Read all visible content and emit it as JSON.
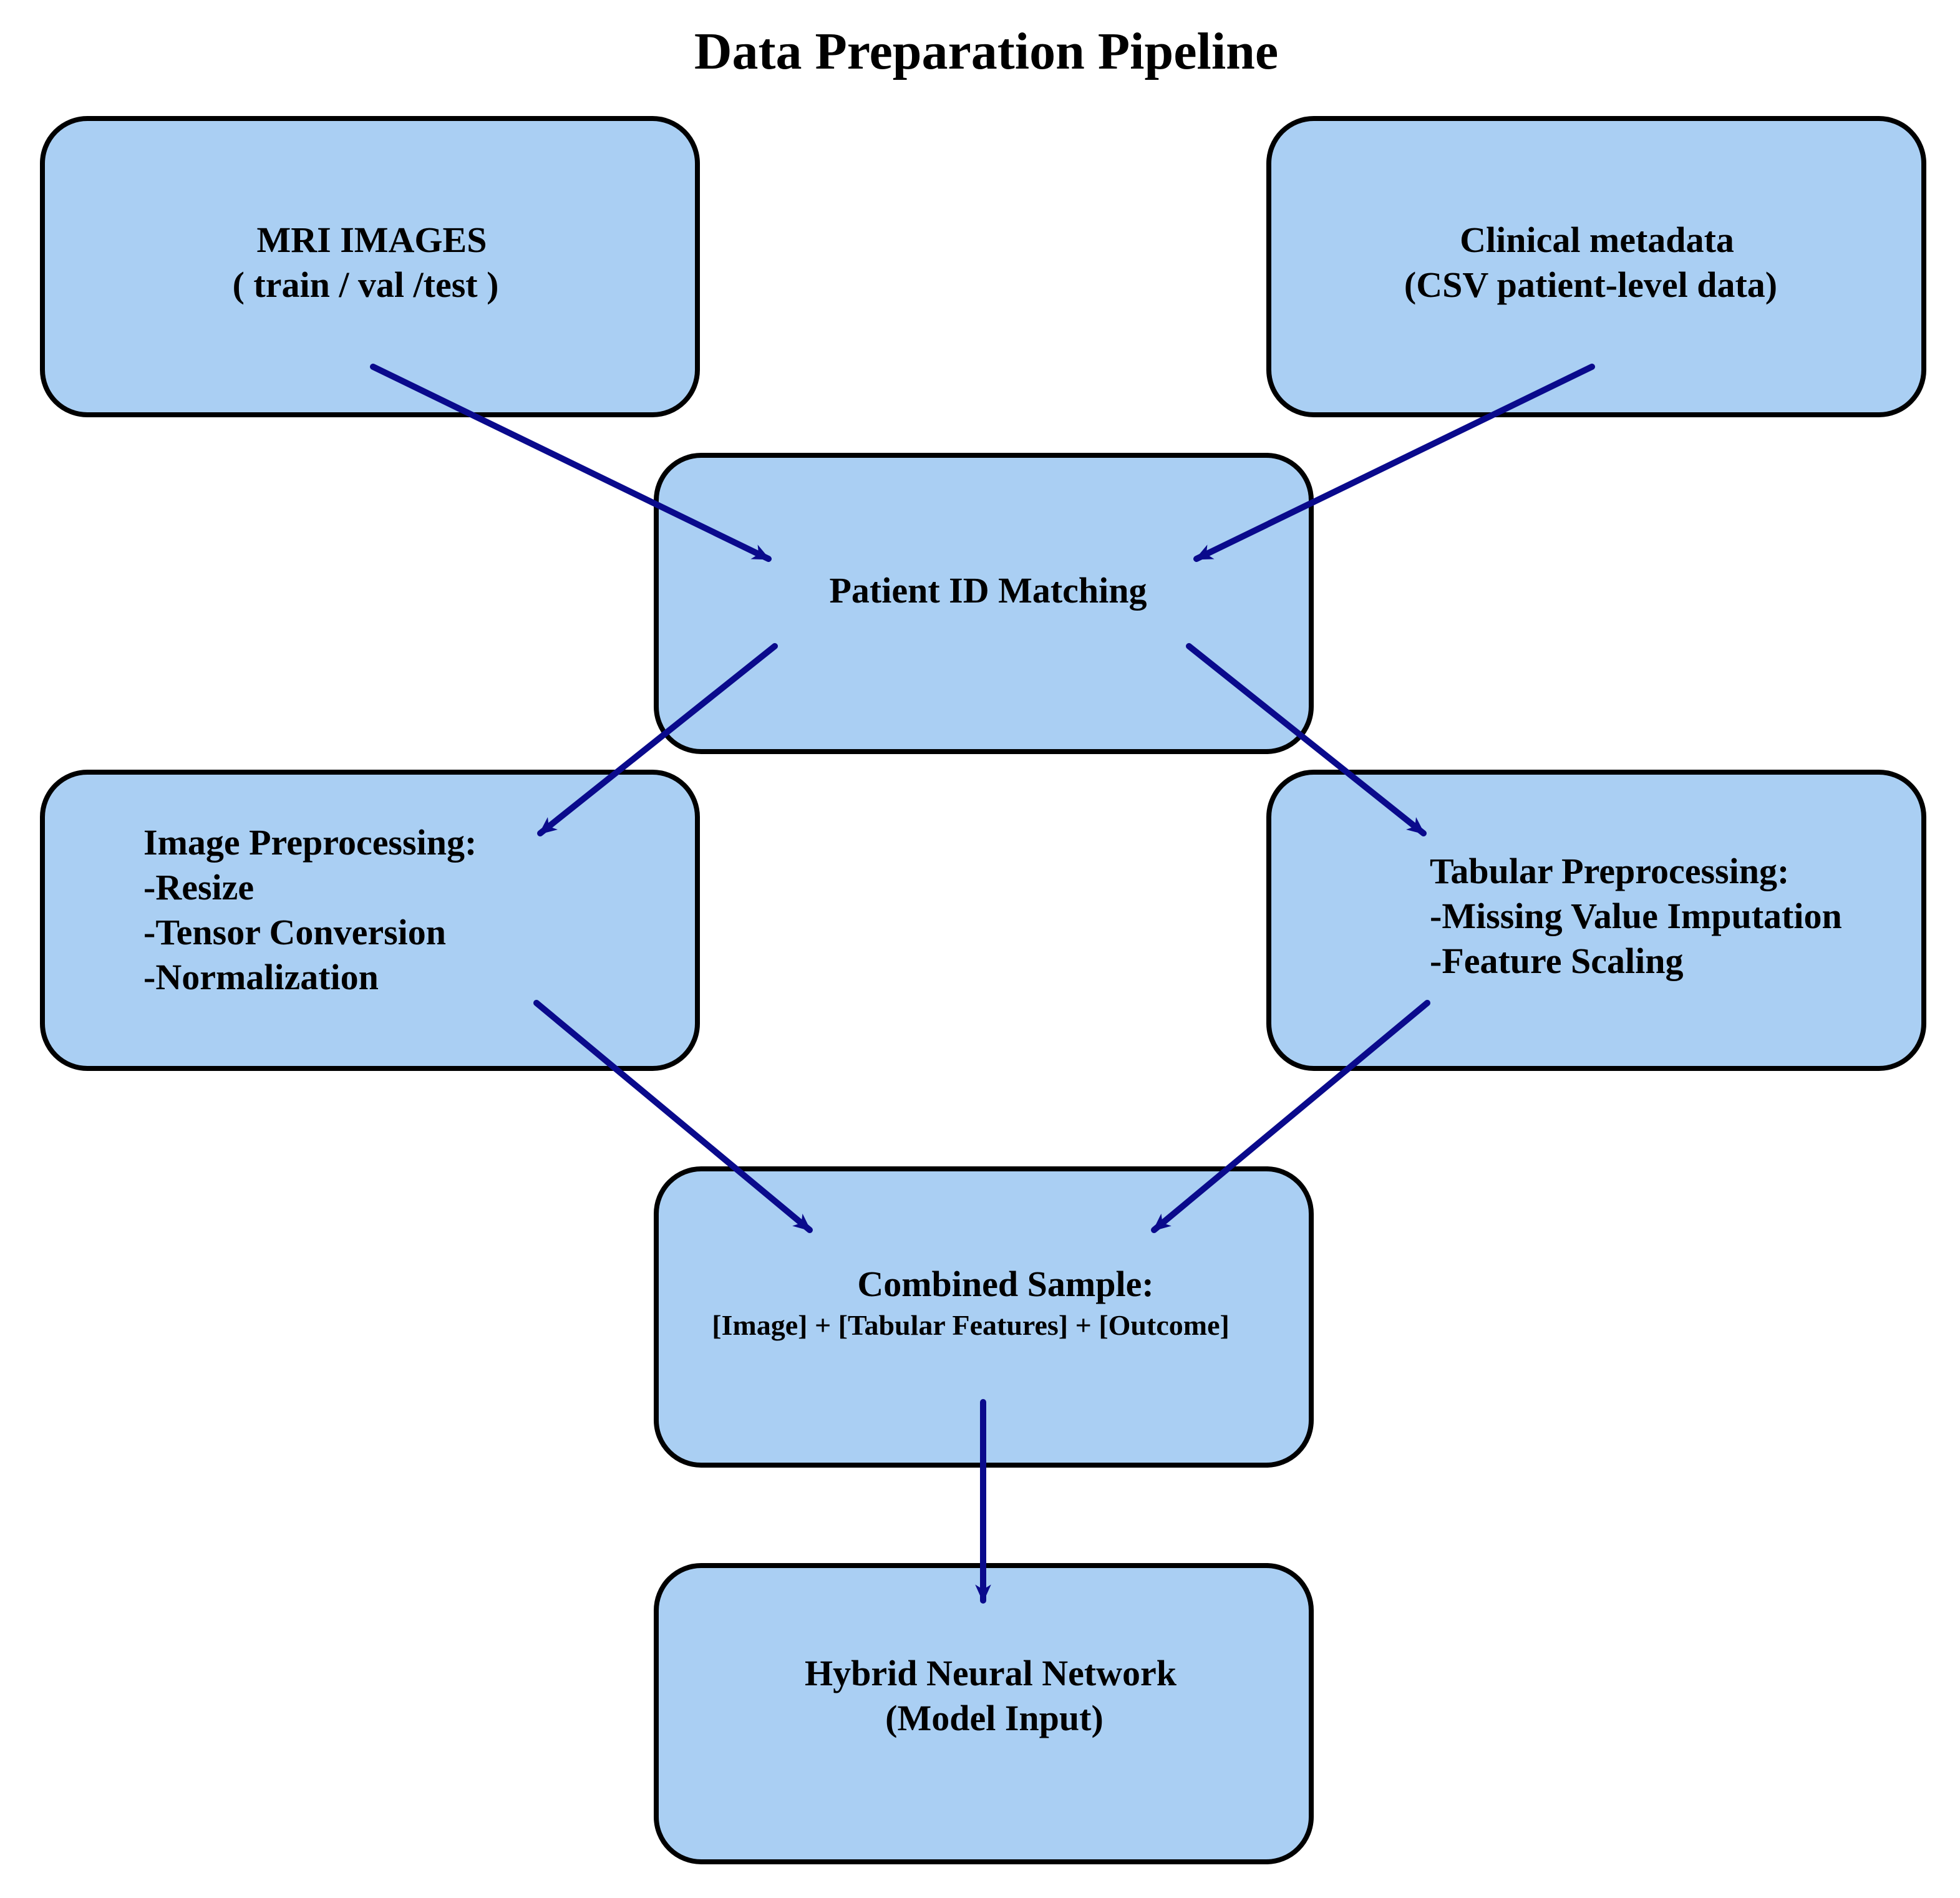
{
  "title": "Data Preparation Pipeline",
  "colors": {
    "node_fill": "#aacff3",
    "node_stroke": "#000000",
    "arrow": "#0a0a8c"
  },
  "nodes": {
    "mri_images": {
      "line1": "MRI IMAGES",
      "line2": "( train / val /test )"
    },
    "clinical_metadata": {
      "line1": "Clinical metadata",
      "line2": "(CSV patient-level data)"
    },
    "patient_id_matching": {
      "line1": "Patient ID Matching"
    },
    "image_preprocessing": {
      "heading": "Image Preprocessing:",
      "steps": [
        "-Resize",
        "-Tensor Conversion",
        "-Normalization"
      ]
    },
    "tabular_preprocessing": {
      "heading": "Tabular Preprocessing:",
      "steps": [
        "-Missing Value Imputation",
        "-Feature Scaling"
      ]
    },
    "combined_sample": {
      "line1": "Combined Sample:",
      "line2": "[Image] + [Tabular Features] + [Outcome]"
    },
    "hybrid_network": {
      "line1": "Hybrid Neural Network",
      "line2": "(Model Input)"
    }
  },
  "edges": [
    {
      "from": "mri_images",
      "to": "patient_id_matching"
    },
    {
      "from": "clinical_metadata",
      "to": "patient_id_matching"
    },
    {
      "from": "patient_id_matching",
      "to": "image_preprocessing"
    },
    {
      "from": "patient_id_matching",
      "to": "tabular_preprocessing"
    },
    {
      "from": "image_preprocessing",
      "to": "combined_sample"
    },
    {
      "from": "tabular_preprocessing",
      "to": "combined_sample"
    },
    {
      "from": "combined_sample",
      "to": "hybrid_network"
    }
  ]
}
